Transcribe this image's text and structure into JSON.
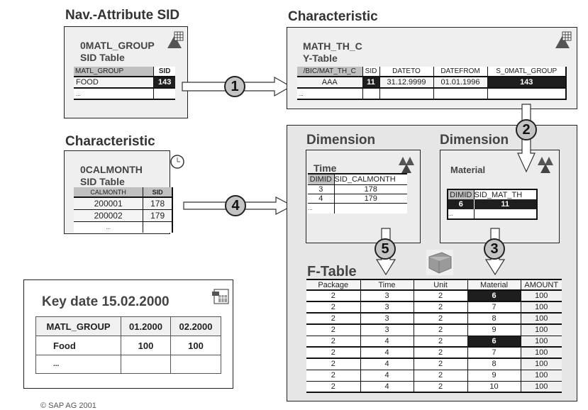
{
  "nav_attr": {
    "heading": "Nav.-Attribute SID",
    "title": "0MATL_GROUP",
    "subtitle": "SID Table",
    "columns": [
      "MATL_GROUP",
      "SID"
    ],
    "rows": [
      [
        "FOOD",
        "143"
      ],
      [
        "...",
        ""
      ]
    ],
    "icon": "characteristic-table-icon"
  },
  "char_top": {
    "heading": "Characteristic",
    "title": "MATH_TH_C",
    "subtitle": "Y-Table",
    "columns": [
      "/BIC/MAT_TH_C",
      "SID",
      "DATETO",
      "DATEFROM",
      "S_0MATL_GROUP"
    ],
    "rows": [
      [
        "AAA",
        "11",
        "31.12.9999",
        "01.01.1996",
        "143"
      ],
      [
        "...",
        "",
        "",
        "",
        ""
      ]
    ],
    "icon": "characteristic-table-icon"
  },
  "char_time": {
    "heading": "Characteristic",
    "title": "0CALMONTH",
    "subtitle": "SID Table",
    "columns": [
      "CALMONTH",
      "SID"
    ],
    "rows": [
      [
        "200001",
        "178"
      ],
      [
        "200002",
        "179"
      ],
      [
        "...",
        ""
      ]
    ],
    "icon": "clock-icon"
  },
  "dim_time": {
    "heading": "Dimension",
    "title": "Time",
    "columns": [
      "DIMID",
      "SID_CALMONTH"
    ],
    "rows": [
      [
        "3",
        "178"
      ],
      [
        "4",
        "179"
      ],
      [
        "...",
        ""
      ]
    ],
    "icon": "dimension-icon"
  },
  "dim_material": {
    "heading": "Dimension",
    "title": "Material",
    "columns": [
      "DIMID",
      "SID_MAT_TH"
    ],
    "rows": [
      [
        "6",
        "11"
      ],
      [
        "...",
        ""
      ]
    ],
    "icon": "dimension-icon"
  },
  "ftable": {
    "heading": "F-Table",
    "columns": [
      "Package",
      "Time",
      "Unit",
      "Material",
      "AMOUNT"
    ],
    "rows": [
      [
        "2",
        "3",
        "2",
        "6",
        "100"
      ],
      [
        "2",
        "3",
        "2",
        "7",
        "100"
      ],
      [
        "2",
        "3",
        "2",
        "8",
        "100"
      ],
      [
        "2",
        "3",
        "2",
        "9",
        "100"
      ],
      [
        "2",
        "4",
        "2",
        "6",
        "100"
      ],
      [
        "2",
        "4",
        "2",
        "7",
        "100"
      ],
      [
        "2",
        "4",
        "2",
        "8",
        "100"
      ],
      [
        "2",
        "4",
        "2",
        "9",
        "100"
      ],
      [
        "2",
        "4",
        "2",
        "10",
        "100"
      ]
    ],
    "icon": "cube-icon"
  },
  "query": {
    "title": "Key date 15.02.2000",
    "columns": [
      "MATL_GROUP",
      "01.2000",
      "02.2000"
    ],
    "rows": [
      [
        "Food",
        "100",
        "100"
      ],
      [
        "...",
        "",
        ""
      ]
    ],
    "icon": "query-report-icon"
  },
  "steps": [
    "1",
    "2",
    "3",
    "4",
    "5"
  ],
  "footer": "© SAP AG 2001"
}
